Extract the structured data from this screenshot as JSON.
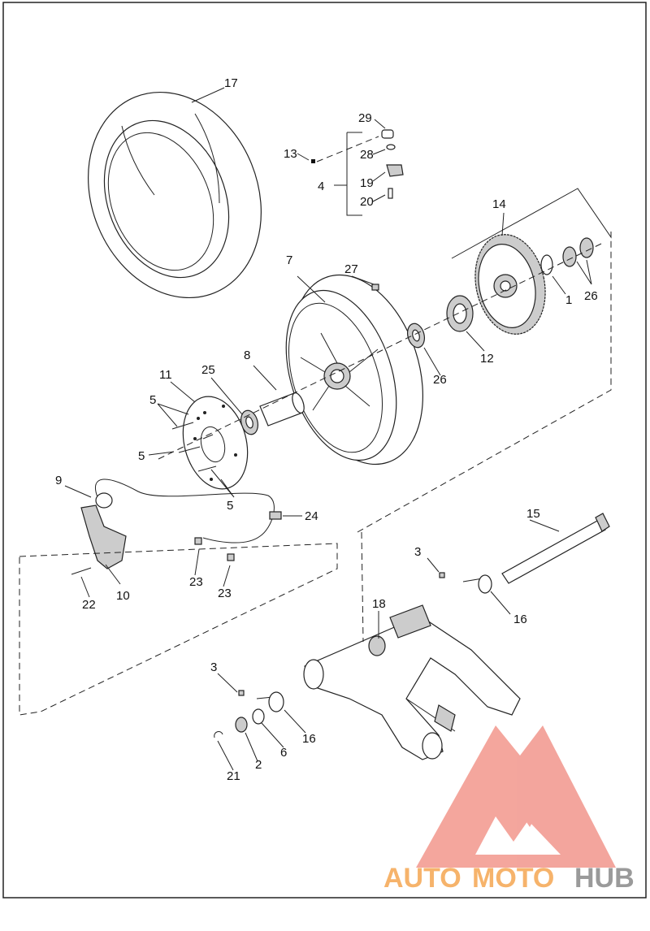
{
  "diagram": {
    "callouts": [
      "1",
      "2",
      "3",
      "3",
      "4",
      "5",
      "5",
      "5",
      "6",
      "7",
      "8",
      "9",
      "10",
      "11",
      "12",
      "13",
      "14",
      "15",
      "16",
      "16",
      "17",
      "18",
      "19",
      "20",
      "21",
      "22",
      "23",
      "23",
      "24",
      "25",
      "26",
      "26",
      "27",
      "28",
      "29"
    ]
  },
  "watermark": {
    "word_a": "AUTO",
    "word_b": "MOTO",
    "word_c": "HUB",
    "color_a": "#f6b36b",
    "color_b": "#f6b36b",
    "color_c": "#9a9a9a",
    "logo_color": "#f2968c"
  }
}
